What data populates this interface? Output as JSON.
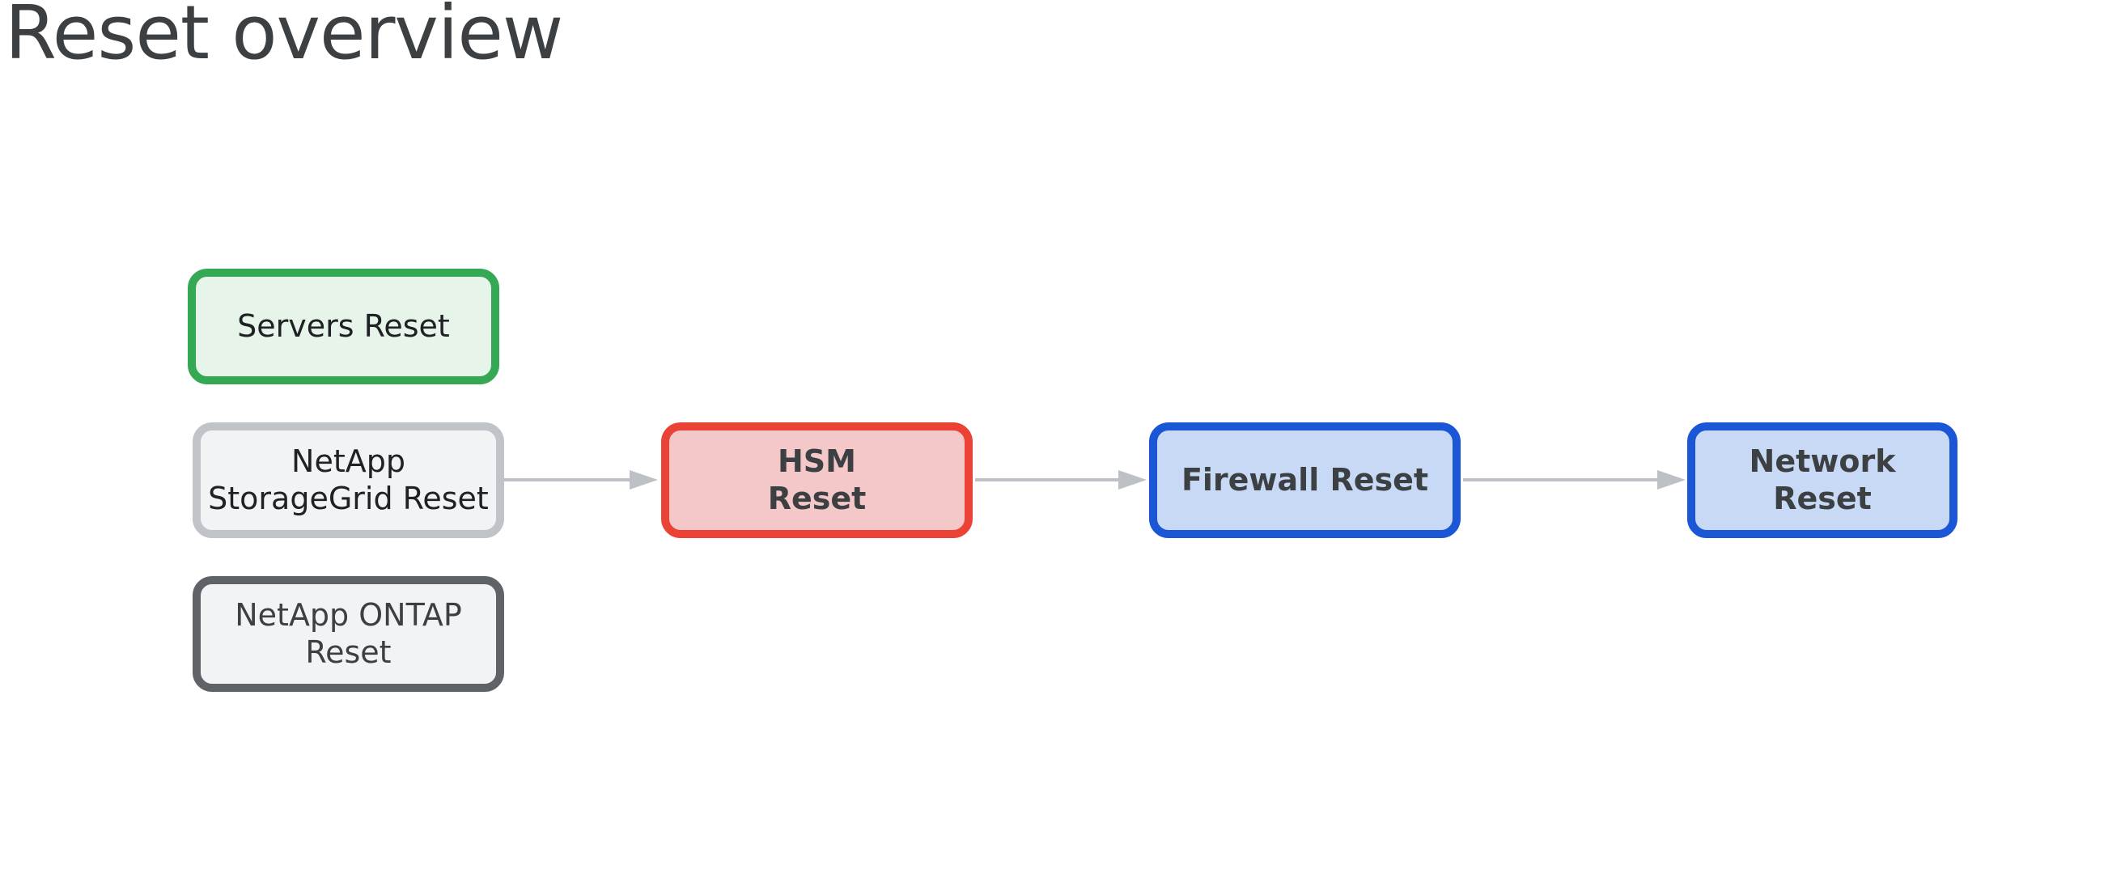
{
  "title": "Reset overview",
  "colors": {
    "title_text": "#3c4043",
    "servers_fill": "#e6f4ea",
    "servers_border": "#34a853",
    "storagegrid_fill": "#f1f3f4",
    "storagegrid_border": "#c0c3c7",
    "ontap_fill": "#f1f3f4",
    "ontap_border": "#5f6368",
    "hsm_fill": "#f4c7c9",
    "hsm_border": "#ea4335",
    "firewall_fill": "#c8d9f6",
    "firewall_border": "#1a56d6",
    "network_fill": "#c8d9f6",
    "network_border": "#1a56d6",
    "arrow": "#bdc1c6"
  },
  "nodes": {
    "servers": "Servers Reset",
    "storagegrid": "NetApp\nStorageGrid Reset",
    "ontap": "NetApp ONTAP\nReset",
    "hsm": "HSM\nReset",
    "firewall": "Firewall Reset",
    "network": "Network\nReset"
  },
  "edges": [
    {
      "from": "storagegrid",
      "to": "hsm"
    },
    {
      "from": "hsm",
      "to": "firewall"
    },
    {
      "from": "firewall",
      "to": "network"
    }
  ]
}
